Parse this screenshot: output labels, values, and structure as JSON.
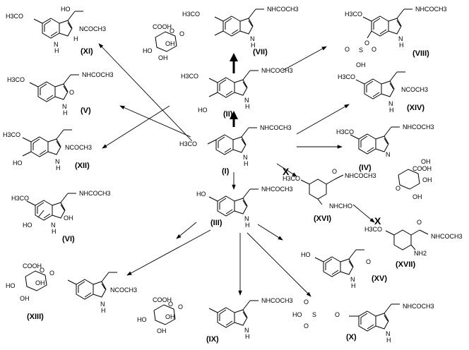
{
  "compounds": {
    "I": {
      "id": "(I)",
      "labels": [
        "H3CO",
        "NHCOCH3",
        "N",
        "H"
      ]
    },
    "II": {
      "id": "(II)",
      "labels": [
        "H3CO",
        "HO",
        "NHCOCH3",
        "N",
        "H"
      ]
    },
    "III": {
      "id": "(III)",
      "labels": [
        "HO",
        "NHCOCH3",
        "N",
        "H"
      ]
    },
    "IV": {
      "id": "(IV)",
      "labels": [
        "H3CO",
        "NHCOCH3",
        "N",
        "O",
        "COOH",
        "OH",
        "OH",
        "OH"
      ]
    },
    "V": {
      "id": "(V)",
      "labels": [
        "H3CO",
        "NHCOCH3",
        "O",
        "N",
        "H"
      ]
    },
    "VI": {
      "id": "(VI)",
      "labels": [
        "H3CO",
        "NHCOCH3",
        "HO",
        "N",
        "H",
        "OH"
      ]
    },
    "VII": {
      "id": "(VII)",
      "labels": [
        "H3CO",
        "NHCOCH3",
        "COOH",
        "O",
        "O",
        "HO",
        "OH",
        "OH",
        "N",
        "H"
      ]
    },
    "VIII": {
      "id": "(VIII)",
      "labels": [
        "H3CO",
        "NHCOCH3",
        "O",
        "O",
        "S",
        "O",
        "OH",
        "N",
        "H"
      ]
    },
    "IX": {
      "id": "(IX)",
      "labels": [
        "COOH",
        "O",
        "O",
        "HO",
        "OH",
        "OH",
        "NHCOCH3",
        "N",
        "H"
      ]
    },
    "X": {
      "id": "(X)",
      "labels": [
        "O",
        "S",
        "O",
        "HO",
        "O",
        "NHCOCH3",
        "N",
        "H"
      ]
    },
    "XI": {
      "id": "(XI)",
      "labels": [
        "HO",
        "H3CO",
        "NCOCH3",
        "N",
        "H",
        "H"
      ]
    },
    "XII": {
      "id": "(XII)",
      "labels": [
        "H3CO",
        "HO",
        "NCOCH3",
        "N",
        "H"
      ]
    },
    "XIII": {
      "id": "(XIII)",
      "labels": [
        "COOH",
        "O",
        "O",
        "HO",
        "OH",
        "OH",
        "NCOCH3",
        "N",
        "H"
      ]
    },
    "XIV": {
      "id": "(XIV)",
      "labels": [
        "H3CO",
        "NCOCH3",
        "N",
        "H"
      ]
    },
    "XV": {
      "id": "(XV)",
      "labels": [
        "HO",
        "O",
        "N",
        "H"
      ]
    },
    "XVI": {
      "id": "(XVI)",
      "labels": [
        "H3CO",
        "O",
        "NHCOCH3",
        "NHCHO"
      ]
    },
    "XVII": {
      "id": "(XVII)",
      "labels": [
        "H3CO",
        "O",
        "NH2",
        "NHCOCH3"
      ]
    }
  },
  "blocked_mark": "X"
}
